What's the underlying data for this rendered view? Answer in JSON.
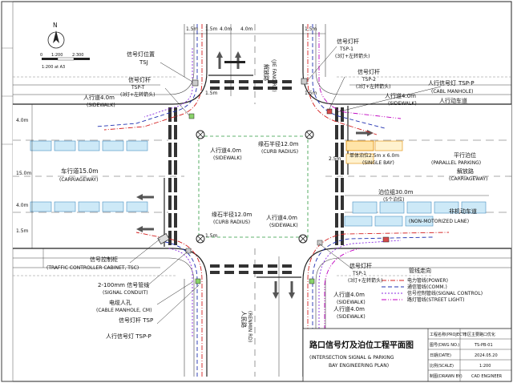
{
  "title_cn": "路口信号灯及泊位工程平面图",
  "title_en": "(INTERSECTION SIGNAL & PARKING",
  "title_en2": "BAY ENGINEERING PLAN)",
  "north": "N",
  "scale_bar": {
    "ticks": [
      "0",
      "1:200",
      "2:300"
    ],
    "note": "1:200 at A3"
  },
  "streets": {
    "jiefang_cn": "解放路",
    "jiefang_en": "(JIE FANG RD)",
    "renmin_cn": "人民路",
    "renmin_en": "(RENMIN RD)"
  },
  "labels": {
    "tsj_cn": "信号灯位置",
    "tsj_code": "TSJ",
    "pole_cn": "信号灯杆",
    "tsp1": "TSP-1",
    "tsp1_note": "(3灯+左转箭头)",
    "tsp2": "TSP-2",
    "tsp2_note": "(3灯+左转箭头)",
    "tspt": "TSP-T",
    "sidewalk_cn": "人行道4.0m",
    "sidewalk_en": "(SIDEWALK)",
    "ped_signal_cn": "人行信号灯",
    "ped_signal_code": "TSP-P",
    "cable_mh_en": "(CABL MANHOLE)",
    "nmv_cn": "人行动车道",
    "curb_cn": "缘石半径12.0m",
    "curb_en": "(CURB RADIUS)",
    "single_bay_cn": "单体泊位2.5m x 6.0m",
    "single_bay_en": "(SINGLE BAY)",
    "parallel_cn": "平行泊位",
    "parallel_en": "(PARALLEL PARKING)",
    "jiefang_cw_cn": "解放路",
    "carriageway_en": "(CARRIAGEWAY)",
    "carriageway_cn": "车行道15.0m",
    "bay_group_cn": "泊位组30.0m",
    "bay_group_note": "(5个泊位)",
    "nonmotor_cn": "非机动车道",
    "nonmotor_en": "(NON-MOTORIZED LANE)",
    "tsc_cn": "信号控制柜",
    "tsc_en": "(TRAFFIC CONTROLLER CABINET, TSC)",
    "conduit_cn": "2-100mm 信号管线",
    "conduit_en": "(SIGNAL CONDUIT)",
    "cm_cn": "电缆人孔",
    "cm_en": "(CABLE MANHOLE, CM)",
    "tsp_cn": "信号灯杆 TSP",
    "tspp_cn": "人行信号灯 TSP-P"
  },
  "dims": {
    "d15": "1.5m",
    "d40": "4.0m",
    "d15m": "15.0m",
    "d25": "2.5m"
  },
  "legend": {
    "title": "管线走向",
    "items": [
      {
        "label": "电力管线(POWER)",
        "color": "#d42020"
      },
      {
        "label": "通信管线(COMM.)",
        "color": "#2030b0"
      },
      {
        "label": "信号控制管线(SIGNAL CONTROL)",
        "color": "#8a2be2"
      },
      {
        "label": "路灯管线(STREET LIGHT)",
        "color": "#c000c0"
      }
    ]
  },
  "title_block": {
    "rows": [
      {
        "k": "工程名称(PROJECT)",
        "v": "市区主要路口优化"
      },
      {
        "k": "图号(DWG NO.)",
        "v": "TS-PB-01"
      },
      {
        "k": "日期(DATE)",
        "v": "2024.05.20"
      },
      {
        "k": "比例(SCALE)",
        "v": "1:200"
      },
      {
        "k": "制图(DRAWN BY)",
        "v": "CAD ENGINEER"
      }
    ]
  }
}
